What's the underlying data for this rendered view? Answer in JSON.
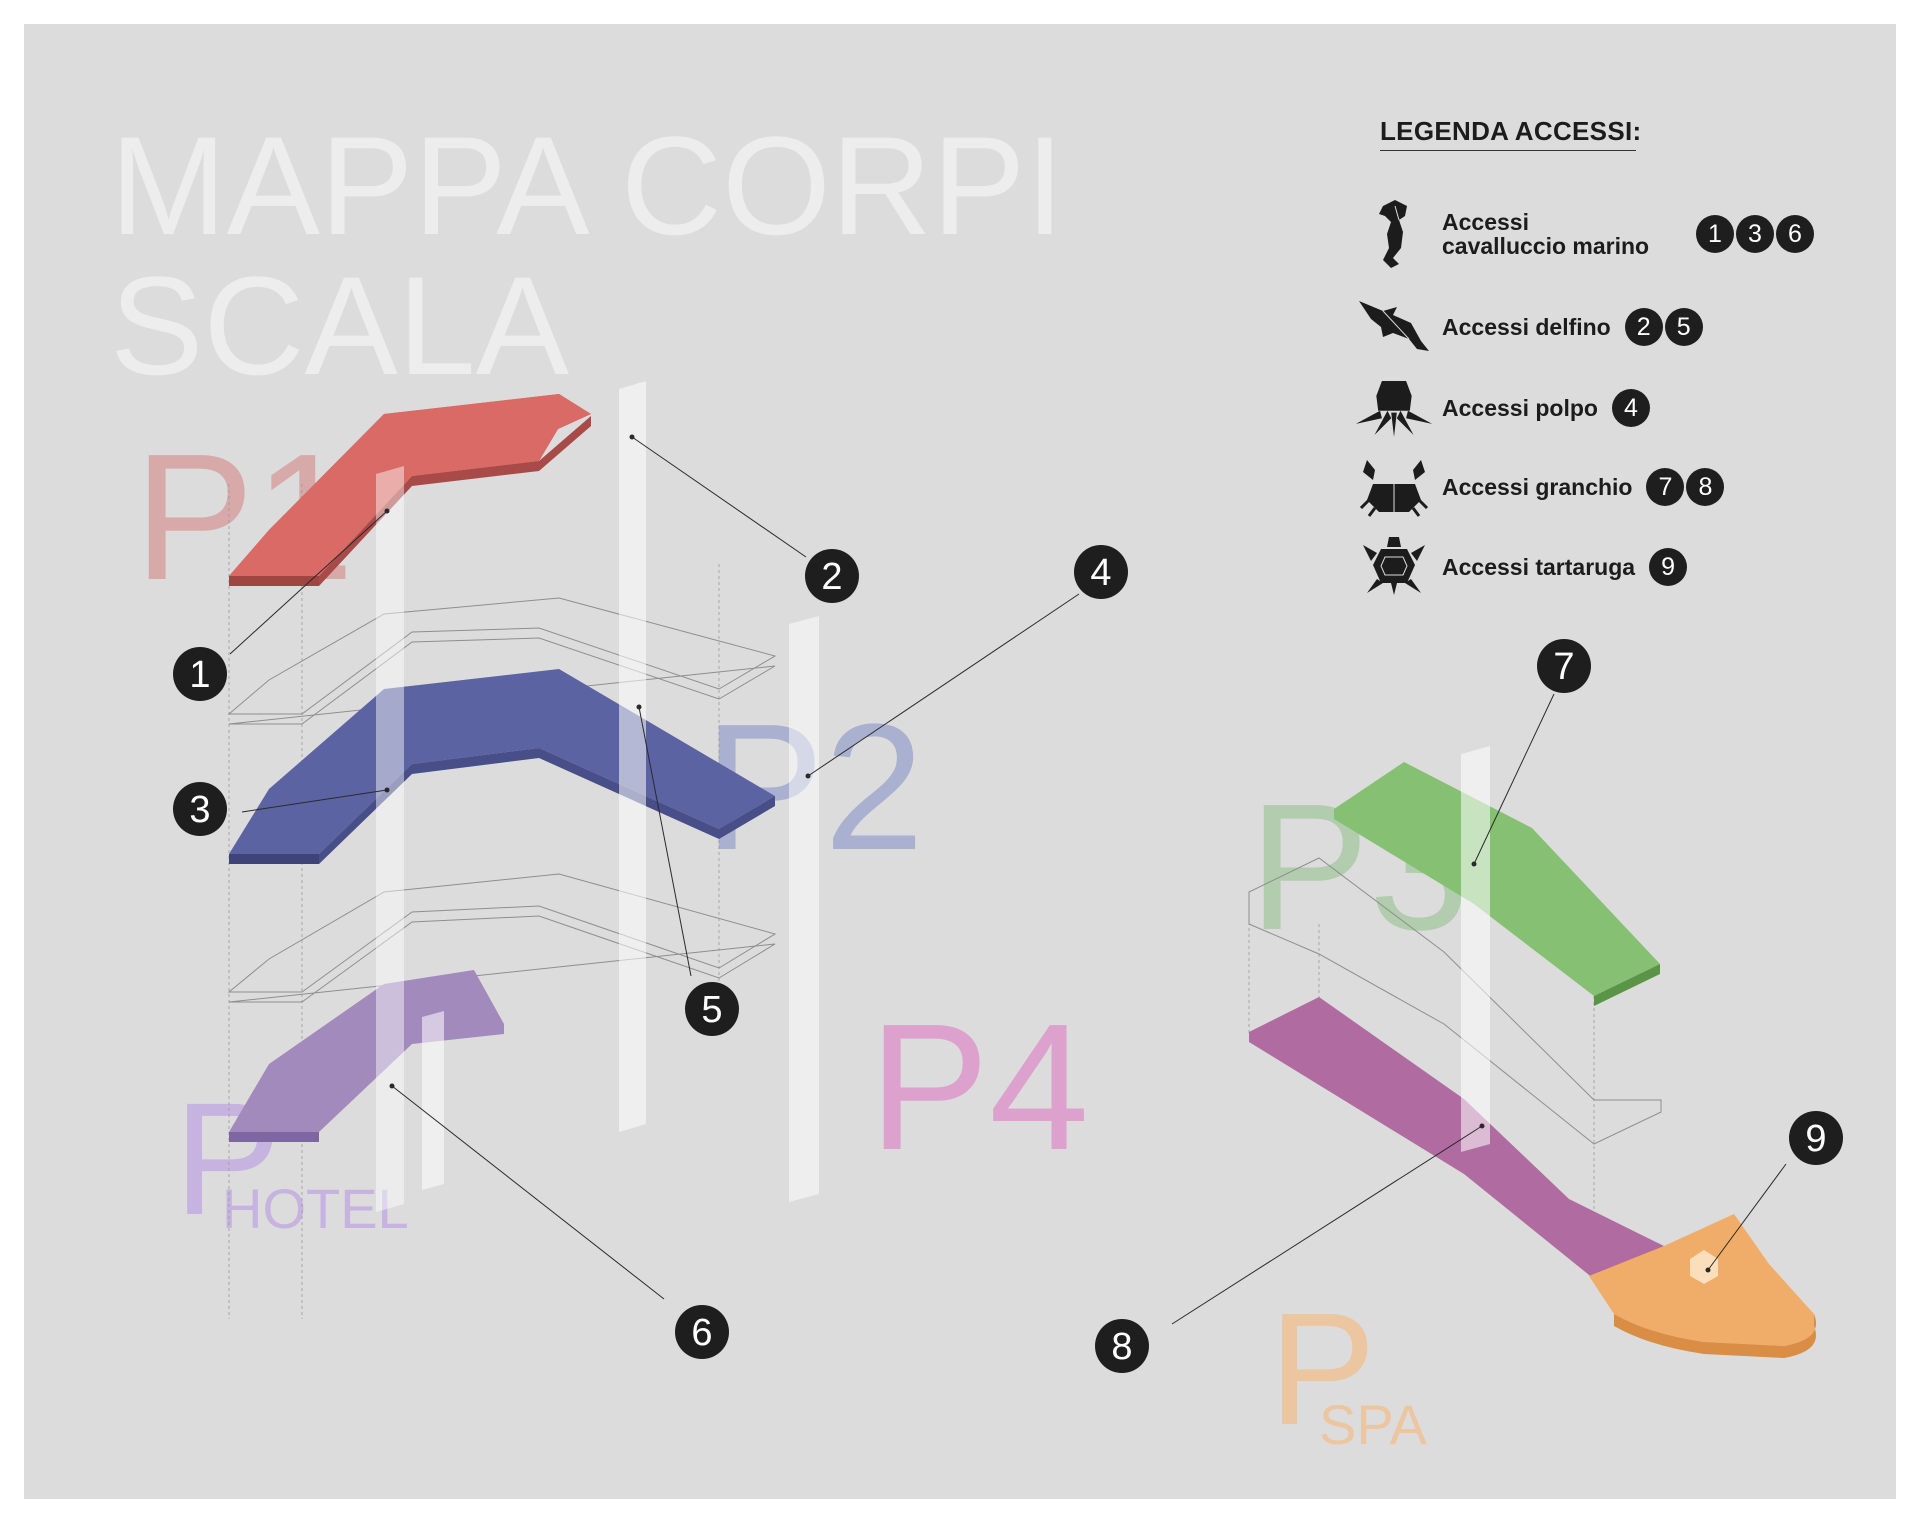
{
  "title": {
    "line1": "MAPPA CORPI",
    "line2": "SCALA"
  },
  "legend": {
    "title": "LEGENDA ACCESSI:",
    "items": [
      {
        "icon": "seahorse-icon",
        "label_line1": "Accessi",
        "label_line2": "cavalluccio marino",
        "numbers": [
          "1",
          "3",
          "6"
        ]
      },
      {
        "icon": "dolphin-icon",
        "label_line1": "Accessi delfino",
        "label_line2": "",
        "numbers": [
          "2",
          "5"
        ]
      },
      {
        "icon": "octopus-icon",
        "label_line1": "Accessi polpo",
        "label_line2": "",
        "numbers": [
          "4"
        ]
      },
      {
        "icon": "crab-icon",
        "label_line1": "Accessi granchio",
        "label_line2": "",
        "numbers": [
          "7",
          "8"
        ]
      },
      {
        "icon": "turtle-icon",
        "label_line1": "Accessi tartaruga",
        "label_line2": "",
        "numbers": [
          "9"
        ]
      }
    ]
  },
  "levels": {
    "p1": "P1",
    "p2": "P2",
    "p3": "P3",
    "p4": "P4",
    "photel_p": "P",
    "photel_sub": "HOTEL",
    "pspa_p": "P",
    "pspa_sub": "SPA"
  },
  "callouts": {
    "c1": "1",
    "c2": "2",
    "c3": "3",
    "c4": "4",
    "c5": "5",
    "c6": "6",
    "c7": "7",
    "c8": "8",
    "c9": "9"
  },
  "colors": {
    "background": "#dcdcdc",
    "p1": "#d96a66",
    "p2": "#5c63a2",
    "photel": "#a28abd",
    "p3": "#86c073",
    "p4": "#b06ba0",
    "pspa": "#f0ad6a",
    "callout": "#1e1e1e"
  }
}
